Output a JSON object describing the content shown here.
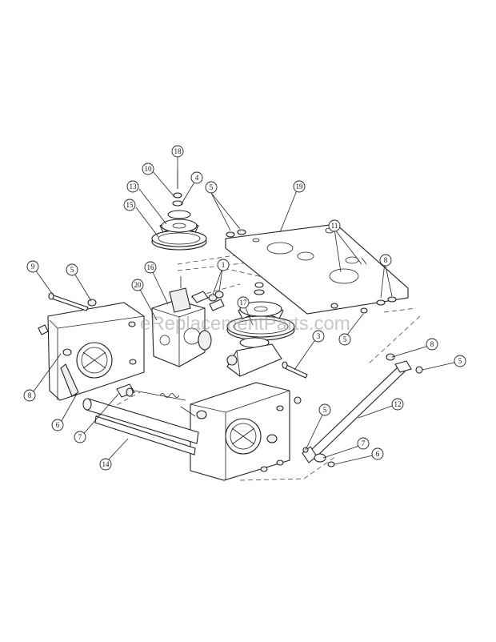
{
  "watermark": "eReplacementParts.com",
  "callouts": [
    {
      "id": "c18",
      "label": "18"
    },
    {
      "id": "c10",
      "label": "10"
    },
    {
      "id": "c4",
      "label": "4"
    },
    {
      "id": "c13",
      "label": "13"
    },
    {
      "id": "c15",
      "label": "15"
    },
    {
      "id": "c5a",
      "label": "5"
    },
    {
      "id": "c19",
      "label": "19"
    },
    {
      "id": "c11",
      "label": "11"
    },
    {
      "id": "c8a",
      "label": "8"
    },
    {
      "id": "c9",
      "label": "9"
    },
    {
      "id": "c5b",
      "label": "5"
    },
    {
      "id": "c16",
      "label": "16"
    },
    {
      "id": "c1",
      "label": "1"
    },
    {
      "id": "c20",
      "label": "20"
    },
    {
      "id": "c17",
      "label": "17"
    },
    {
      "id": "c3",
      "label": "3"
    },
    {
      "id": "c5c",
      "label": "5"
    },
    {
      "id": "c8b",
      "label": "8"
    },
    {
      "id": "c5d",
      "label": "5"
    },
    {
      "id": "c8c",
      "label": "8"
    },
    {
      "id": "c6a",
      "label": "6"
    },
    {
      "id": "c7a",
      "label": "7"
    },
    {
      "id": "c14",
      "label": "14"
    },
    {
      "id": "c12",
      "label": "12"
    },
    {
      "id": "c5e",
      "label": "5"
    },
    {
      "id": "c7b",
      "label": "7"
    },
    {
      "id": "c6b",
      "label": "6"
    }
  ]
}
